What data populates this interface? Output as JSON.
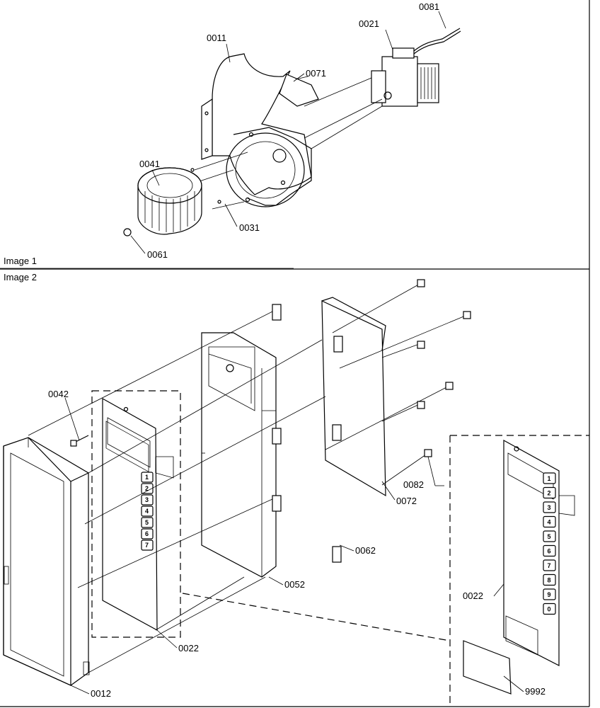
{
  "captions": {
    "image1": "Image 1",
    "image2": "Image 2"
  },
  "parts": {
    "p0011": "0011",
    "p0071": "0071",
    "p0021": "0021",
    "p0081": "0081",
    "p0041": "0041",
    "p0031": "0031",
    "p0061": "0061",
    "p0042": "0042",
    "p0082": "0082",
    "p0072": "0072",
    "p0062": "0062",
    "p0052": "0052",
    "p0022a": "0022",
    "p0022b": "0022",
    "p0012": "0012",
    "p9992": "9992"
  },
  "keypad_small": [
    "1",
    "2",
    "3",
    "4",
    "5",
    "6",
    "7"
  ],
  "keypad_large": [
    "1",
    "2",
    "3",
    "4",
    "5",
    "6",
    "7",
    "8",
    "9",
    "0"
  ]
}
